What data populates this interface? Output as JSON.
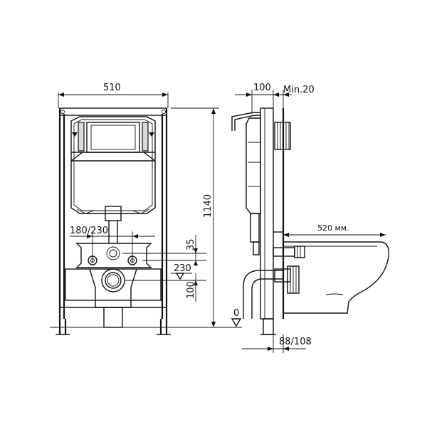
{
  "front_view": {
    "width_label": "510",
    "height_label": "1140",
    "pipe_spacing_label": "180/230",
    "offset_35_label": "35",
    "drain_height_label": "230",
    "drain_offset_label": "100",
    "floor_level_label": "0"
  },
  "side_view": {
    "frame_depth_label": "100",
    "min_gap_label": "Min.20",
    "bowl_projection_label": "520 мм.",
    "adjust_label": "88/108"
  }
}
